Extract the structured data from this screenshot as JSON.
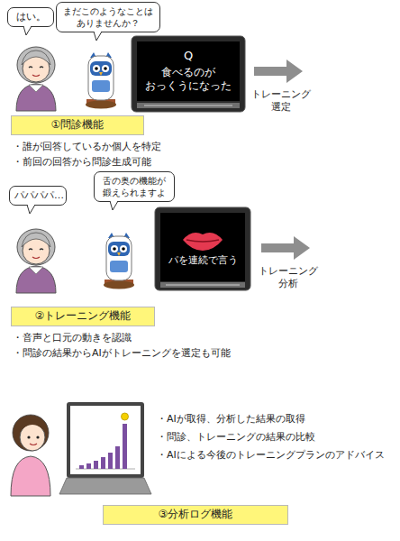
{
  "diagram": {
    "nodes": [
      {
        "text": [
          "はい。"
        ]
      },
      {
        "text": [
          "まだこのようなことは ありませんか？"
        ]
      },
      {
        "text": [
          "Q",
          "食べるのが おっくうになった"
        ]
      },
      {
        "text": [
          "①問診機能"
        ]
      },
      {
        "text": [
          "パパパパ…"
        ]
      },
      {
        "text": [
          "舌の奥の機能が 鍛えられますよ"
        ]
      },
      {
        "text": [
          "パを連続で言う"
        ]
      },
      {
        "text": [
          "②トレーニング機能"
        ]
      },
      {
        "text": [
          "③分析ログ機能"
        ]
      }
    ],
    "labels": [
      "トレーニング 選定",
      "・誰が回答しているか個人を特定",
      "・前回の回答から問診生成可能",
      "トレーニング 分析",
      "・音声と口元の動きを認識",
      "・問診の結果からAIがトレーニングを選定も可能",
      "・AIが取得、分析した結果の取得",
      "・問診、トレーニングの結果の比較",
      "・AIによる今後のトレーニングプランのアドバイス"
    ]
  }
}
